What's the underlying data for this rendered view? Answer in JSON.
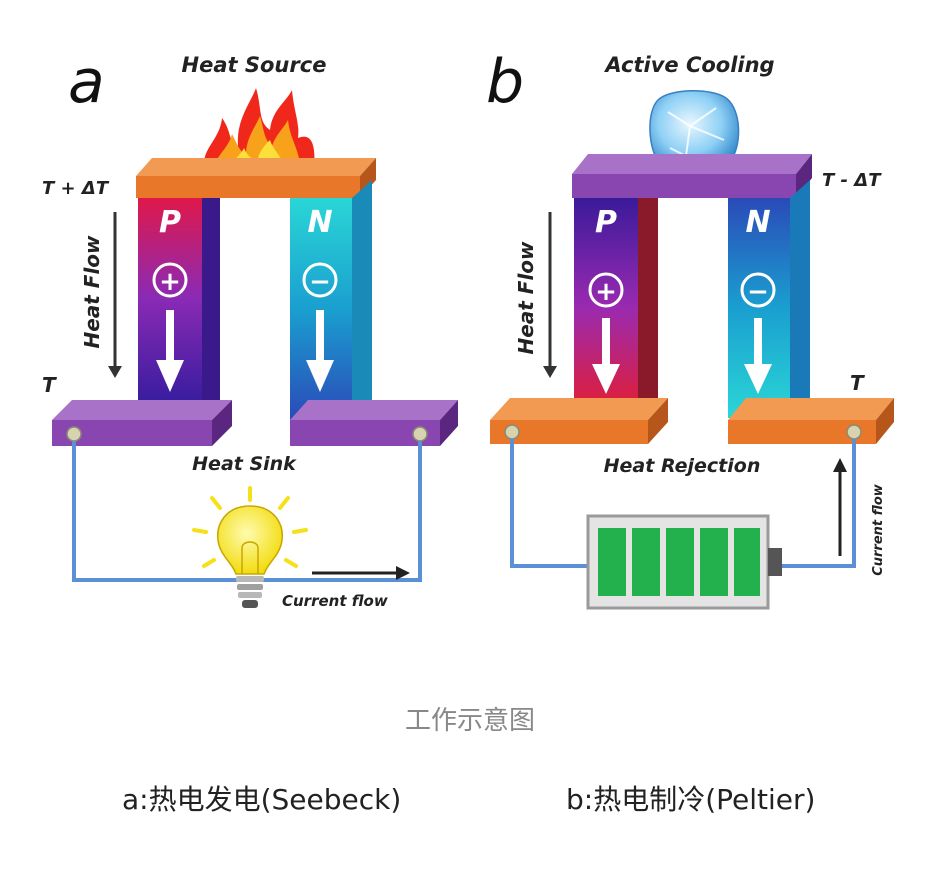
{
  "panel_a": {
    "letter": "a",
    "top_label": "Heat Source",
    "left_temp": "T + ΔT",
    "bottom_temp": "T",
    "heat_flow": "Heat Flow",
    "p_label": "P",
    "n_label": "N",
    "p_sign": "+",
    "n_sign": "−",
    "middle_label": "Heat Sink",
    "current_label": "Current flow"
  },
  "panel_b": {
    "letter": "b",
    "top_label": "Active Cooling",
    "right_temp": "T - ΔT",
    "bottom_temp": "T",
    "heat_flow": "Heat Flow",
    "p_label": "P",
    "n_label": "N",
    "p_sign": "+",
    "n_sign": "−",
    "middle_label": "Heat Rejection",
    "current_label": "Current flow"
  },
  "captions": {
    "title": "工作示意图",
    "a": "a:热电发电(Seebeck)",
    "b": "b:热电制冷(Peltier)"
  },
  "colors": {
    "orange_plate": "#e8772a",
    "purple_plate": "#8a46b0",
    "wire": "#5b8fd6",
    "battery_green": "#22b14c"
  },
  "icons": [
    "fire-icon",
    "ice-icon",
    "light-bulb-icon",
    "battery-icon"
  ]
}
